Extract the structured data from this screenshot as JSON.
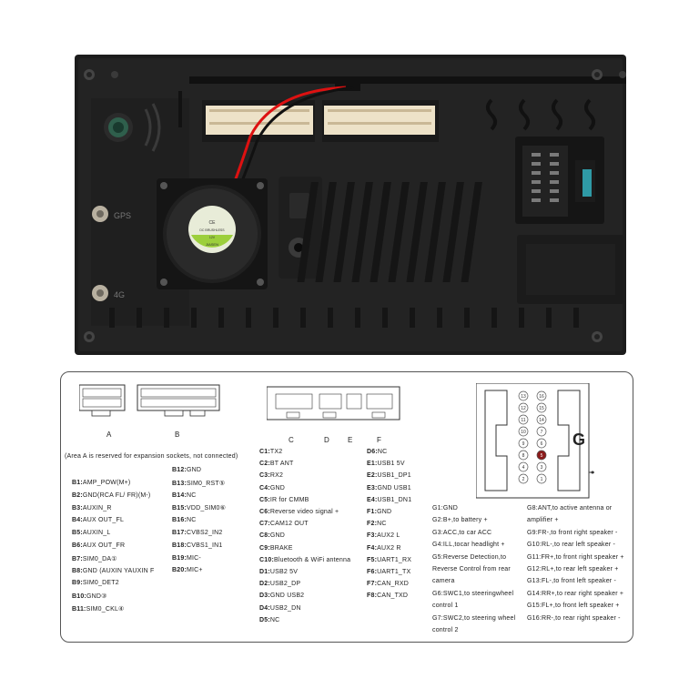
{
  "unit_labels": {
    "gps": "GPS",
    "fourg": "4G"
  },
  "fan_label": {
    "brand": "JIASEN",
    "ce": "CE",
    "model": "DC BRUSHLESS",
    "voltage": "12V"
  },
  "connectors": {
    "a": "A",
    "b": "B",
    "c": "C",
    "d": "D",
    "e": "E",
    "f": "F",
    "g": "G"
  },
  "note": "(Area A is reserved for expansion sockets, not connected)",
  "g_pins": [
    "13",
    "16",
    "12",
    "15",
    "11",
    "14",
    "10",
    "7",
    "9",
    "6",
    "8",
    "5",
    "4",
    "3",
    "2",
    "1"
  ],
  "col_b": [
    {
      "k": "B1:",
      "v": "AMP_POW(M+)"
    },
    {
      "k": "B2:",
      "v": "GND(RCA FL/ FR)(M-)"
    },
    {
      "k": "B3:",
      "v": "AUXIN_R"
    },
    {
      "k": "B4:",
      "v": "AUX OUT_FL"
    },
    {
      "k": "B5:",
      "v": "AUXIN_L"
    },
    {
      "k": "B6:",
      "v": "AUX OUT_FR"
    },
    {
      "k": "B7:",
      "v": "SIM0_DA①"
    },
    {
      "k": "B8:",
      "v": "GND (AUXIN YAUXIN F"
    },
    {
      "k": "B9:",
      "v": "SIM0_DET2"
    },
    {
      "k": "B10:",
      "v": "GND③"
    },
    {
      "k": "B11:",
      "v": "SIM0_CKL④"
    }
  ],
  "col_b2": [
    {
      "k": "B12:",
      "v": "GND"
    },
    {
      "k": "B13:",
      "v": "SIM0_RST⑤"
    },
    {
      "k": "B14:",
      "v": "NC"
    },
    {
      "k": "B15:",
      "v": "VDD_SIM0⑥"
    },
    {
      "k": "B16:",
      "v": "NC"
    },
    {
      "k": "B17:",
      "v": "CVBS2_IN2"
    },
    {
      "k": "B18:",
      "v": "CVBS1_IN1"
    },
    {
      "k": "B19:",
      "v": "MIC-"
    },
    {
      "k": "B20:",
      "v": "MIC+"
    }
  ],
  "col_c": [
    {
      "k": "C1:",
      "v": "TX2"
    },
    {
      "k": "C2:",
      "v": "BT ANT"
    },
    {
      "k": "C3:",
      "v": "RX2"
    },
    {
      "k": "C4:",
      "v": "GND"
    },
    {
      "k": "C5:",
      "v": "IR for CMMB"
    },
    {
      "k": "C6:",
      "v": "Reverse video signal +"
    },
    {
      "k": "C7:",
      "v": "CAM12 OUT"
    },
    {
      "k": "C8:",
      "v": "GND"
    },
    {
      "k": "C9:",
      "v": "BRAKE"
    },
    {
      "k": "C10:",
      "v": "Bluetooth & WiFi antenna"
    },
    {
      "k": "D1:",
      "v": "USB2 5V"
    },
    {
      "k": "D2:",
      "v": "USB2_DP"
    },
    {
      "k": "D3:",
      "v": "GND USB2"
    },
    {
      "k": "D4:",
      "v": "USB2_DN"
    },
    {
      "k": "D5:",
      "v": "NC"
    }
  ],
  "col_d": [
    {
      "k": "D6:",
      "v": "NC"
    },
    {
      "k": "E1:",
      "v": "USB1 5V"
    },
    {
      "k": "E2:",
      "v": "USB1_DP1"
    },
    {
      "k": "E3:",
      "v": "GND USB1"
    },
    {
      "k": "E4:",
      "v": "USB1_DN1"
    },
    {
      "k": "F1:",
      "v": "GND"
    },
    {
      "k": "F2:",
      "v": "NC"
    },
    {
      "k": "F3:",
      "v": "AUX2 L"
    },
    {
      "k": "F4:",
      "v": "AUX2 R"
    },
    {
      "k": "F5:",
      "v": "UART1_RX"
    },
    {
      "k": "F6:",
      "v": "UART1_TX"
    },
    {
      "k": "F7:",
      "v": "CAN_RXD"
    },
    {
      "k": "F8:",
      "v": "CAN_TXD"
    }
  ],
  "col_g1": [
    "G1:GND",
    "G2:B+,to battery +",
    "G3:ACC,to car ACC",
    "G4:ILL,tocar headlight +",
    "G5:Reverse Detection,to",
    "Reverse Control from rear",
    "camera",
    "G6:SWC1,to steeringwheel",
    "control 1",
    "G7:SWC2,to steering wheel",
    "control 2"
  ],
  "col_g2": [
    "G8:ANT,to active antenna or",
    "amplifier +",
    "G9:FR-,to front right speaker -",
    "G10:RL-,to rear left speaker -",
    "G11:FR+,to front right speaker +",
    "G12:RL+,to rear left speaker +",
    "G13:FL-,to front left speaker -",
    "G14:RR+,to rear right speaker +",
    "G15:FL+,to front left speaker +",
    "G16:RR-,to rear right speaker -"
  ]
}
